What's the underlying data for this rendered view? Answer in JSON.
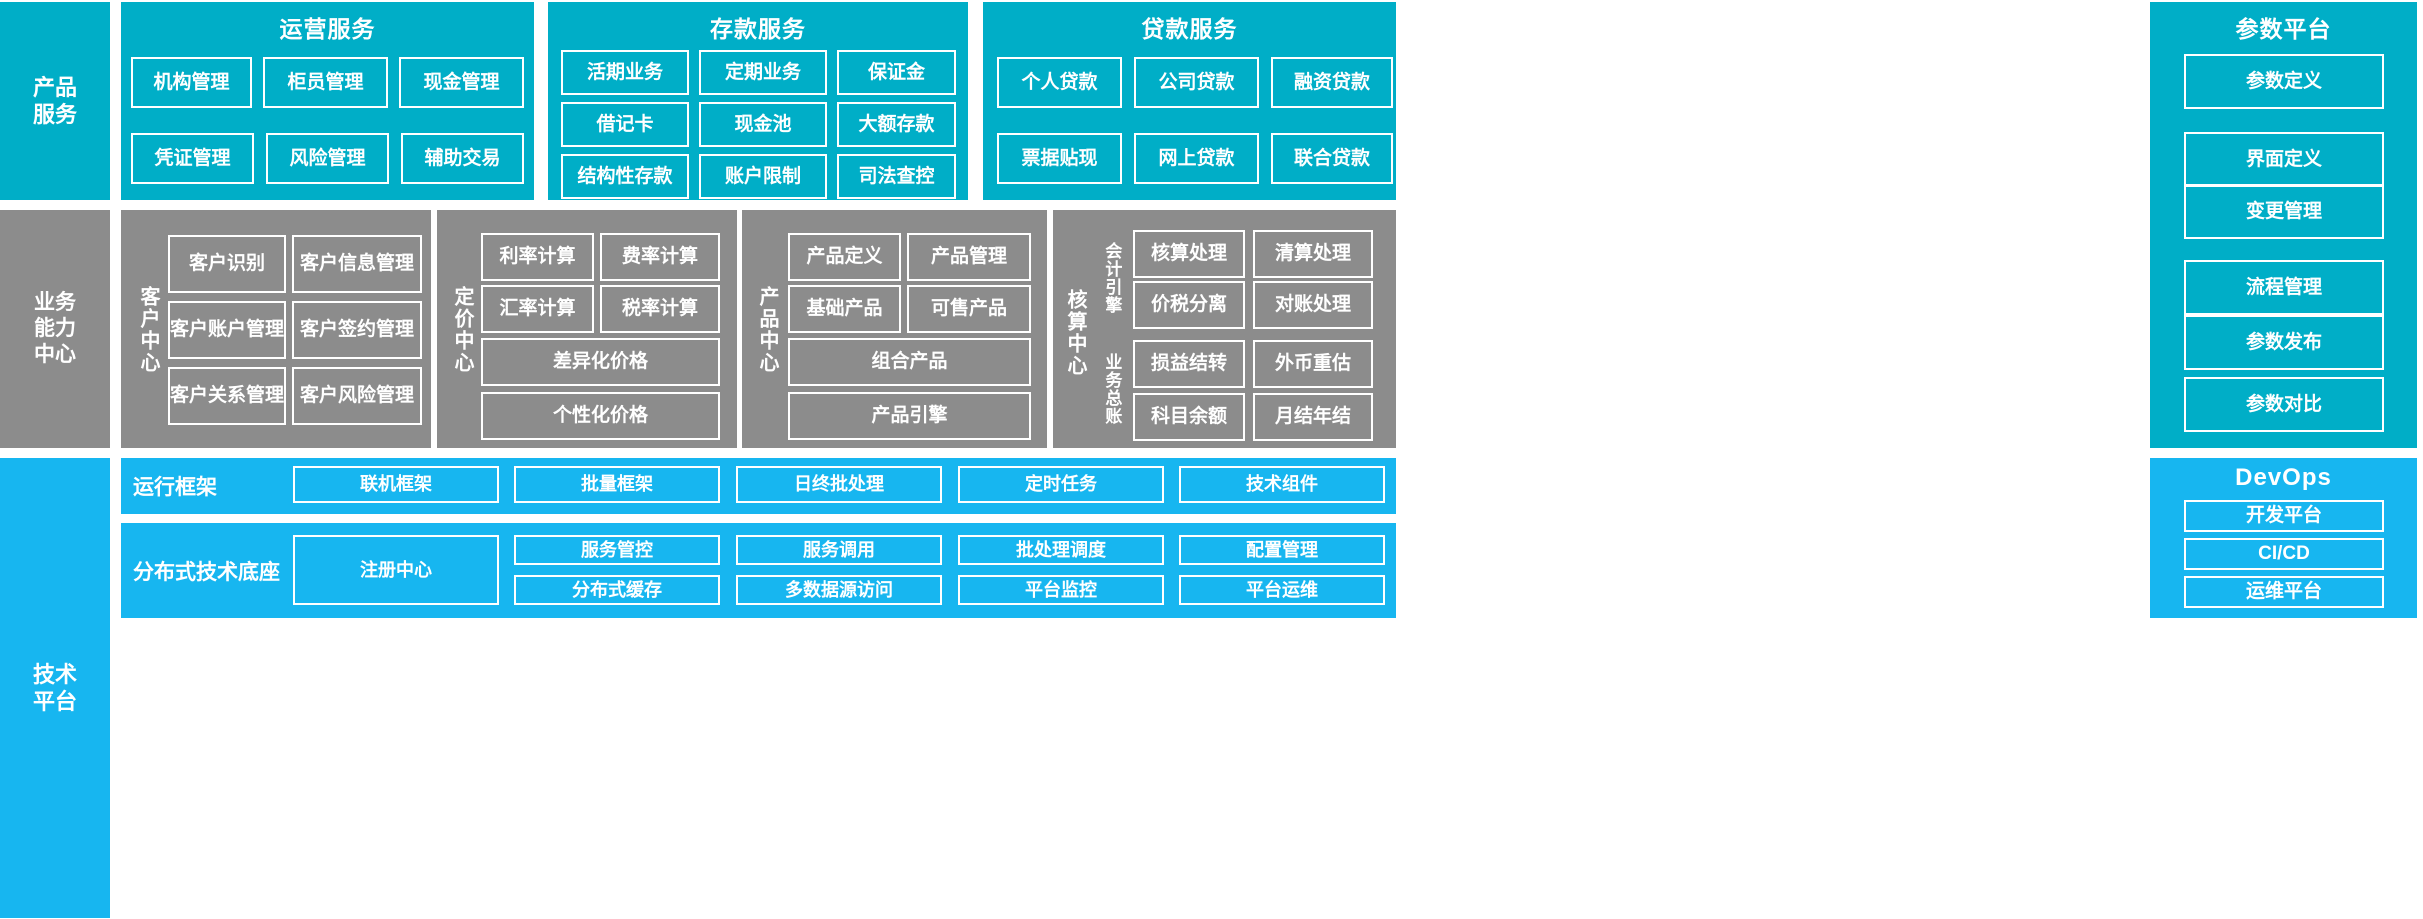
{
  "colors": {
    "product_service_teal": "#00AEC7",
    "capability_gray": "#8C8C8C",
    "tech_blue": "#17B6F0",
    "background": "#FFFFFF",
    "tile_border": "#FFFFFF"
  },
  "rows": {
    "product_service": {
      "rail_label": "产品\n服务",
      "groups": [
        {
          "title": "运营服务",
          "tiles_row1": [
            "机构管理",
            "柜员管理",
            "现金管理"
          ],
          "tiles_row2": [
            "凭证管理",
            "风险管理",
            "辅助交易"
          ]
        },
        {
          "title": "存款服务",
          "tiles_row1": [
            "活期业务",
            "定期业务",
            "保证金"
          ],
          "tiles_row2": [
            "借记卡",
            "现金池",
            "大额存款"
          ],
          "tiles_row3": [
            "结构性存款",
            "账户限制",
            "司法查控"
          ]
        },
        {
          "title": "贷款服务",
          "tiles_row1": [
            "个人贷款",
            "公司贷款",
            "融资贷款"
          ],
          "tiles_row2": [
            "票据贴现",
            "网上贷款",
            "联合贷款"
          ]
        }
      ]
    },
    "business_capability": {
      "rail_label": "业务\n能力\n中心",
      "centers": [
        {
          "vlabel": "客户中心",
          "tiles": [
            "客户识别",
            "客户信息管理",
            "客户账户管理",
            "客户签约管理",
            "客户关系管理",
            "客户风险管理"
          ]
        },
        {
          "vlabel": "定价中心",
          "tiles_grid": [
            "利率计算",
            "费率计算",
            "汇率计算",
            "税率计算"
          ],
          "tiles_wide": [
            "差异化价格",
            "个性化价格"
          ]
        },
        {
          "vlabel": "产品中心",
          "tiles_grid": [
            "产品定义",
            "产品管理",
            "基础产品",
            "可售产品"
          ],
          "tiles_wide": [
            "组合产品",
            "产品引擎"
          ]
        },
        {
          "vlabel": "核算中心",
          "sub_labels": [
            "会计引擎",
            "业务总账"
          ],
          "tiles_top": [
            "核算处理",
            "清算处理",
            "价税分离",
            "对账处理"
          ],
          "tiles_bottom": [
            "损益结转",
            "外币重估",
            "科目余额",
            "月结年结"
          ]
        }
      ]
    },
    "tech_platform": {
      "rail_label": "技术\n平台",
      "runtime_framework": {
        "label": "运行框架",
        "tiles": [
          "联机框架",
          "批量框架",
          "日终批处理",
          "定时任务",
          "技术组件"
        ]
      },
      "distributed_base": {
        "label": "分布式技术底座",
        "registry_tile": "注册中心",
        "tiles_row1": [
          "服务管控",
          "服务调用",
          "批处理调度",
          "配置管理"
        ],
        "tiles_row2": [
          "分布式缓存",
          "多数据源访问",
          "平台监控",
          "平台运维"
        ]
      }
    }
  },
  "right_column": {
    "parameter_platform": {
      "title": "参数平台",
      "tiles": [
        "参数定义",
        "界面定义",
        "变更管理",
        "流程管理",
        "参数发布",
        "参数对比"
      ]
    },
    "devops": {
      "title": "DevOps",
      "tiles": [
        "开发平台",
        "CI/CD",
        "运维平台"
      ]
    }
  }
}
